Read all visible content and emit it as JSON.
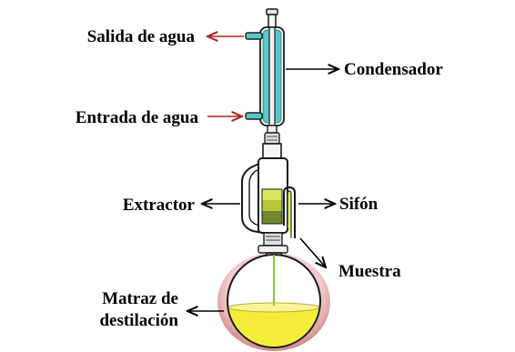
{
  "labels": {
    "water_out": "Salida de agua",
    "water_in": "Entrada de agua",
    "condenser": "Condensador",
    "extractor": "Extractor",
    "siphon": "Sifón",
    "sample": "Muestra",
    "flask_line1": "Matraz de",
    "flask_line2": "destilación"
  },
  "colors": {
    "water_arrow": "#b22222",
    "label_arrow": "#000000",
    "condenser_glass": "#5cc8c8",
    "flask_liquid": "#f4ee3a",
    "heater_glow": "#d98a8a",
    "sample_light": "#d8e860",
    "sample_mid": "#b6c838",
    "sample_dark": "#6f8a2e",
    "glass_outline": "#1a1a1a"
  }
}
